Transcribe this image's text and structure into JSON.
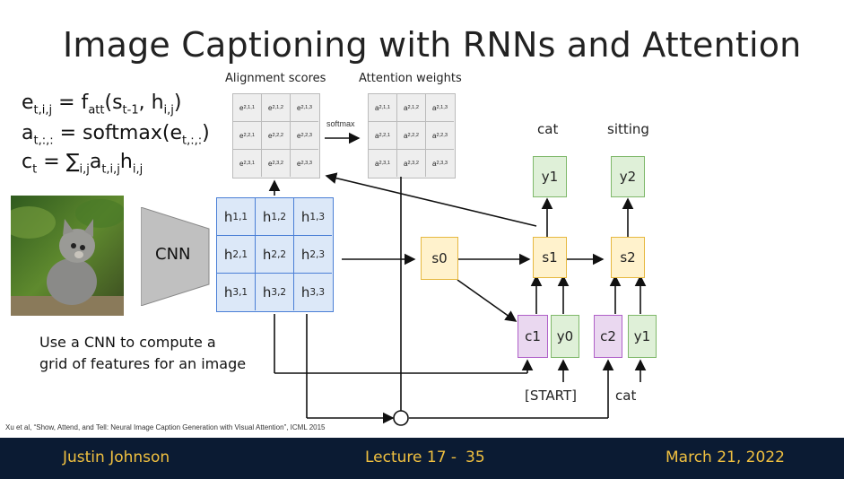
{
  "title": "Image Captioning with RNNs and Attention",
  "equations": {
    "e_line": "e",
    "a_line": "a",
    "c_line": "c"
  },
  "labels": {
    "alignment": "Alignment scores",
    "attention": "Attention weights",
    "softmax": "softmax",
    "cnn": "CNN",
    "description_line1": "Use a CNN to compute a",
    "description_line2": "grid of features for an image",
    "citation": "Xu et al, “Show, Attend, and Tell: Neural Image Caption Generation with Visual Attention”, ICML 2015"
  },
  "alignment_grid": [
    [
      "e2,1,1",
      "e2,1,2",
      "e2,1,3"
    ],
    [
      "e2,2,1",
      "e2,2,2",
      "e2,2,3"
    ],
    [
      "e2,3,1",
      "e2,3,2",
      "e2,3,3"
    ]
  ],
  "attention_grid": [
    [
      "a2,1,1",
      "a2,1,2",
      "a2,1,3"
    ],
    [
      "a2,2,1",
      "a2,2,2",
      "a2,2,3"
    ],
    [
      "a2,3,1",
      "a2,3,2",
      "a2,3,3"
    ]
  ],
  "feature_grid": [
    [
      "h1,1",
      "h1,2",
      "h1,3"
    ],
    [
      "h2,1",
      "h2,2",
      "h2,3"
    ],
    [
      "h3,1",
      "h3,2",
      "h3,3"
    ]
  ],
  "rnn": {
    "s0": "s0",
    "s1": "s1",
    "s2": "s2",
    "y1_top": "y1",
    "y2_top": "y2",
    "c1": "c1",
    "c2": "c2",
    "y0": "y0",
    "y1_in": "y1",
    "word_cat_top": "cat",
    "word_sitting": "sitting",
    "word_start": "[START]",
    "word_cat_bottom": "cat"
  },
  "footer": {
    "author": "Justin Johnson",
    "lecture": "Lecture 17 -",
    "page": "35",
    "date": "March 21, 2022"
  },
  "colors": {
    "footer_bg": "#0b1b33",
    "footer_text": "#f0c040",
    "feature_fill": "#dce8f8",
    "feature_border": "#4a7fd6",
    "state_fill": "#fff2cc",
    "state_border": "#e6b840",
    "output_fill": "#dff0d8",
    "output_border": "#7fb86a",
    "context_fill": "#ead8f0",
    "context_border": "#b060c8",
    "grid_fill": "#eeeeee",
    "grid_border": "#bbbbbb"
  }
}
